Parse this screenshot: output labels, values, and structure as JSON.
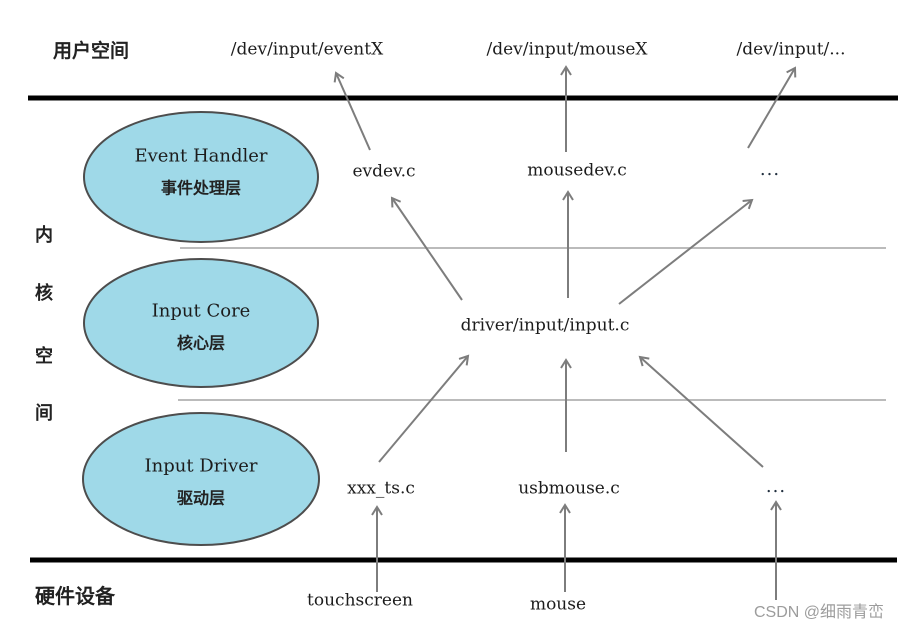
{
  "diagram": {
    "user_space_label": "用户空间",
    "hardware_label": "硬件设备",
    "kernel_space_chars": [
      "内",
      "核",
      "空",
      "间"
    ],
    "device_nodes": [
      "/dev/input/eventX",
      "/dev/input/mouseX",
      "/dev/input/..."
    ],
    "handler_files": [
      "evdev.c",
      "mousedev.c",
      "..."
    ],
    "core_file": "driver/input/input.c",
    "driver_files": [
      "xxx_ts.c",
      "usbmouse.c",
      "..."
    ],
    "hardware_devices": [
      "touchscreen",
      "mouse"
    ],
    "layers": [
      {
        "title_en": "Event Handler",
        "title_zh": "事件处理层"
      },
      {
        "title_en": "Input Core",
        "title_zh": "核心层"
      },
      {
        "title_en": "Input Driver",
        "title_zh": "驱动层"
      }
    ],
    "watermark": "CSDN @细雨青峦",
    "colors": {
      "ellipse_fill": "#9fd9e8",
      "ellipse_stroke": "#4d4d4d",
      "arrow": "#7d7d7d",
      "boundary_line": "#000000",
      "divider_line": "#bbbbbb",
      "watermark_text": "#9c9c9c"
    }
  }
}
